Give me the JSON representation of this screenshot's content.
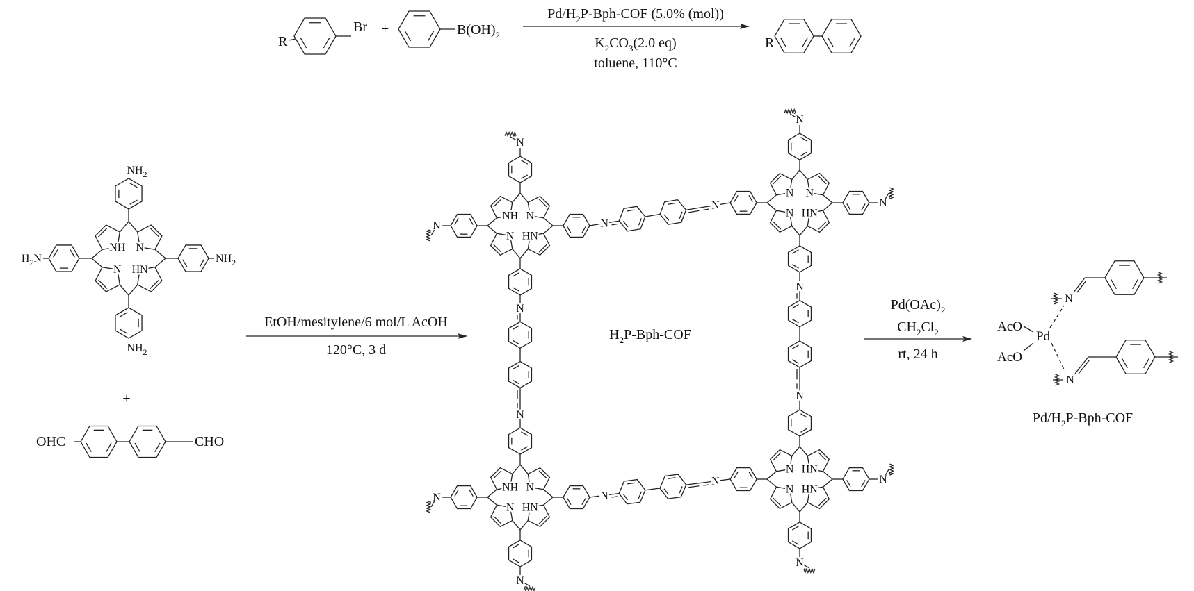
{
  "top_reaction": {
    "reactant1": {
      "r": "R",
      "br": "Br"
    },
    "plus": "+",
    "reactant2": {
      "b": "B(OH)",
      "sub": "2"
    },
    "conditions_above": [
      "Pd/H",
      "2",
      "P-Bph-COF (5.0% (mol))"
    ],
    "conditions_below": [
      "K",
      "2",
      "CO",
      "3",
      "(2.0 eq)"
    ],
    "solvent": "toluene, 110°C",
    "product": {
      "r": "R"
    }
  },
  "atoms": {
    "NH": "NH",
    "N": "N",
    "HN": "HN",
    "NH2": [
      "NH",
      "2"
    ],
    "H2N": [
      "H",
      "2",
      "N"
    ]
  },
  "monomer_plus": "+",
  "dialdehyde": {
    "left": "OHC",
    "right": "CHO"
  },
  "step1": {
    "above": "EtOH/mesitylene/6 mol/L AcOH",
    "below": "120°C, 3 d"
  },
  "cof_label": [
    "H",
    "2",
    "P-Bph-COF"
  ],
  "step2": {
    "line1": [
      "Pd(OAc)",
      "2"
    ],
    "line2": [
      "CH",
      "2",
      "Cl",
      "2"
    ],
    "line3": "rt, 24 h"
  },
  "pd_complex": {
    "pd": "Pd",
    "aco1": "AcO",
    "aco2": "AcO",
    "label": [
      "Pd/H",
      "2",
      "P-Bph-COF"
    ]
  }
}
